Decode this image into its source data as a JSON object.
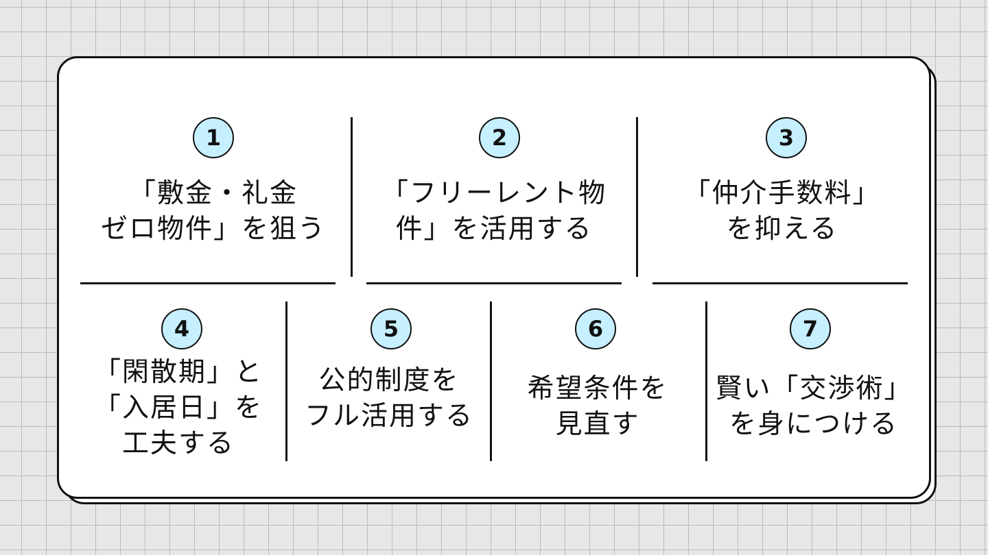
{
  "colors": {
    "background": "#e6e8e7",
    "grid_line": "#b9bbba",
    "card": "#ffffff",
    "outline": "#111111",
    "badge_fill": "#c6f0ff"
  },
  "items": [
    {
      "number": "1",
      "label": "「敷金・礼金\nゼロ物件」を狙う"
    },
    {
      "number": "2",
      "label": "「フリーレント物\n件」を活用する"
    },
    {
      "number": "3",
      "label": "「仲介手数料」\nを抑える"
    },
    {
      "number": "4",
      "label": "「閑散期」と\n「入居日」を\n工夫する"
    },
    {
      "number": "5",
      "label": "公的制度を\nフル活用する"
    },
    {
      "number": "6",
      "label": "希望条件を\n見直す"
    },
    {
      "number": "7",
      "label": "賢い「交渉術」\nを身につける"
    }
  ]
}
